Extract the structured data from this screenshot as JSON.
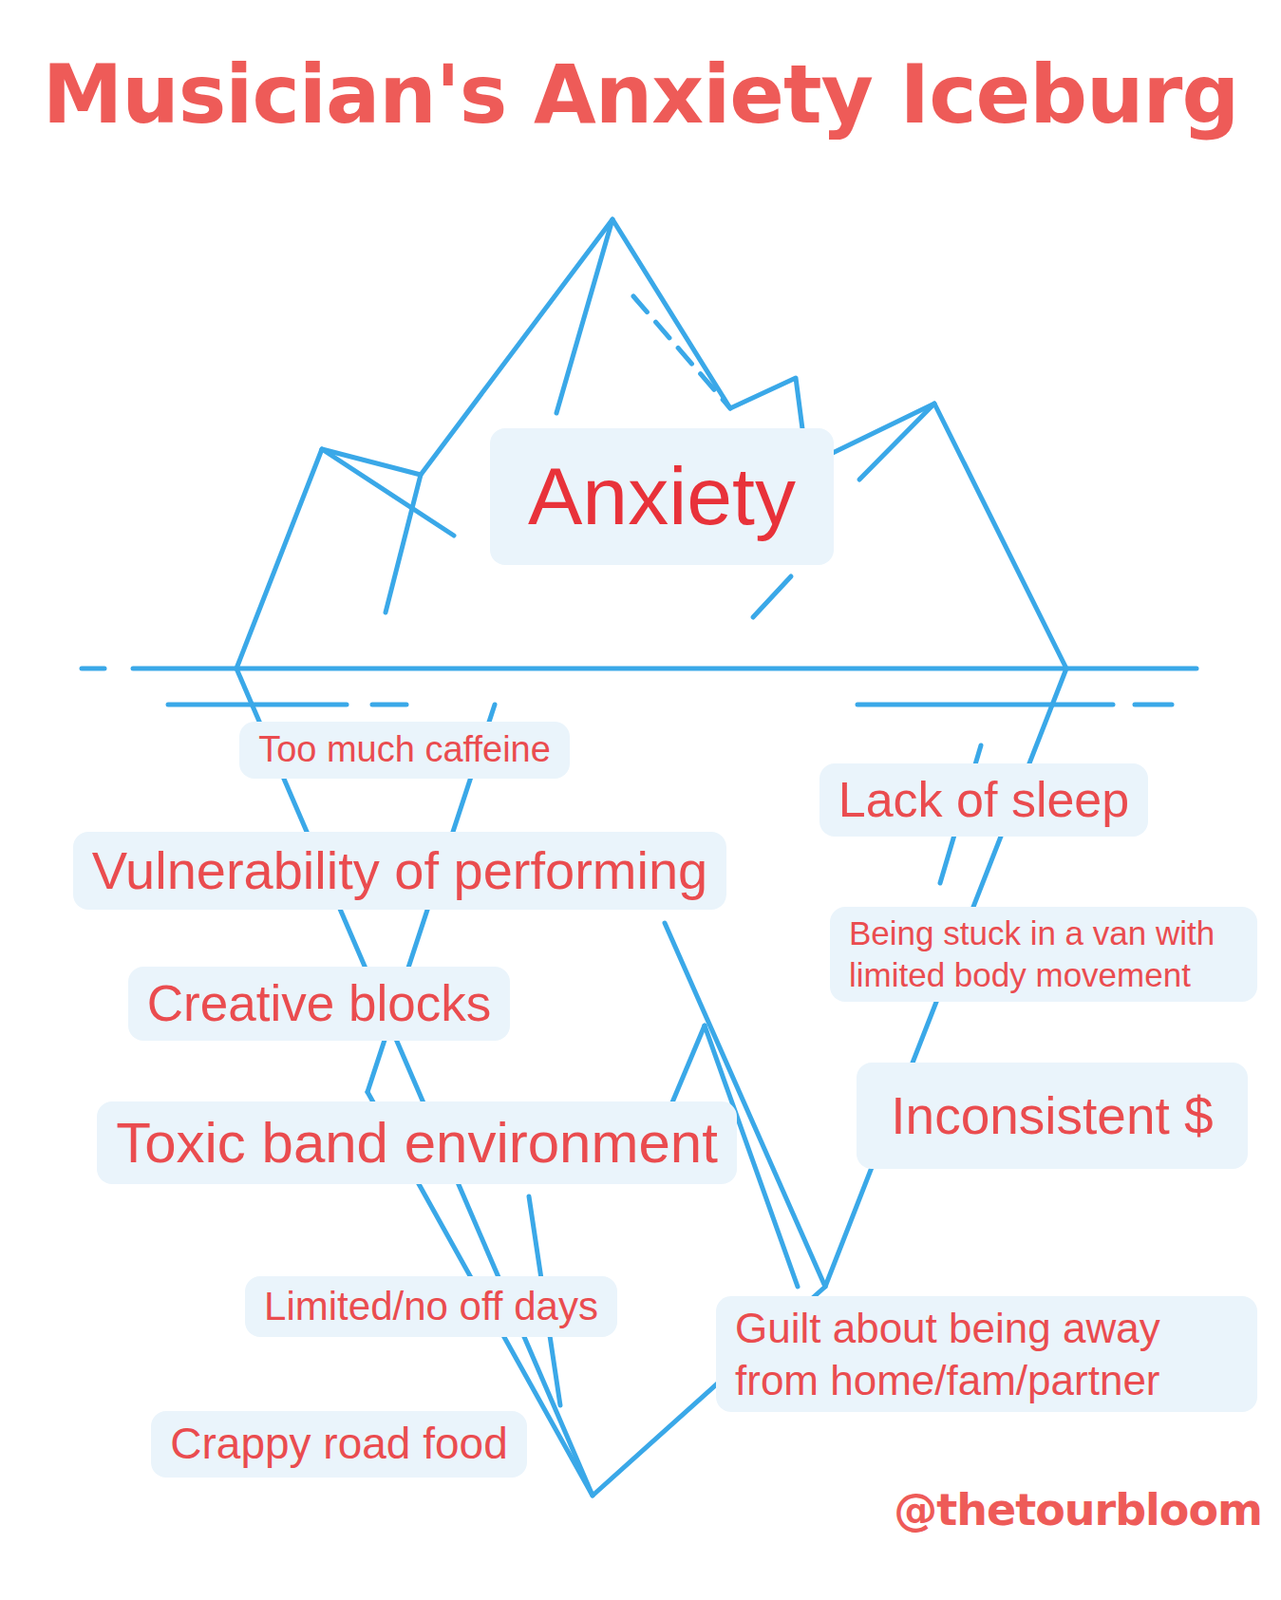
{
  "diagram": {
    "title": "Musician's Anxiety Iceburg",
    "nodes": [
      {
        "text": [
          "Anxiety"
        ]
      },
      {
        "text": [
          "Too much caffeine"
        ]
      },
      {
        "text": [
          "Lack of sleep"
        ]
      },
      {
        "text": [
          "Vulnerability of performing"
        ]
      },
      {
        "text": [
          "Being stuck in a van with limited body movement"
        ]
      },
      {
        "text": [
          "Creative blocks"
        ]
      },
      {
        "text": [
          "Inconsistent $"
        ]
      },
      {
        "text": [
          "Toxic band environment"
        ]
      },
      {
        "text": [
          "Limited/no off days"
        ]
      },
      {
        "text": [
          "Guilt about being away from home/fam/partner"
        ]
      },
      {
        "text": [
          "Crappy road food"
        ]
      }
    ],
    "edges": [],
    "labels": [
      "@thetourbloom"
    ]
  }
}
